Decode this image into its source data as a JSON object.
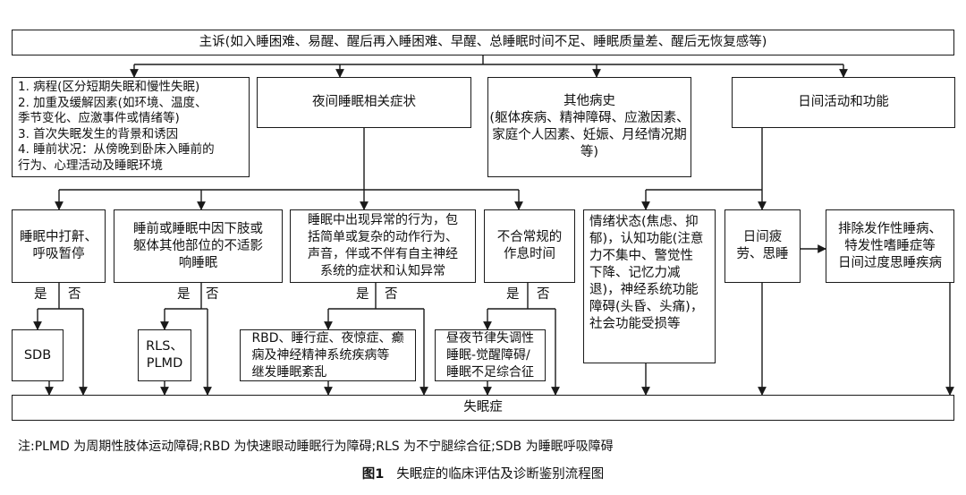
{
  "top_box": "主诉(如入睡困难、易醒、醒后再入睡困难、早醒、总睡眠时间不足、睡眠质量差、醒后无恢复感等)",
  "row2": {
    "history": [
      "1. 病程(区分短期失眠和慢性失眠)",
      "2. 加重及缓解因素(如环境、温度、\n季节变化、应激事件或情绪等)",
      "3. 首次失眠发生的背景和诱因",
      "4. 睡前状况：从傍晚到卧床入睡前的\n行为、心理活动及睡眠环境"
    ],
    "night": "夜间睡眠相关症状",
    "other": "其他病史\n(躯体疾病、精神障碍、应激因素、\n家庭个人因素、妊娠、月经情况期\n等)",
    "day": "日间活动和功能"
  },
  "row3": {
    "snore": "睡眠中打鼾、\n呼吸暂停",
    "limb": "睡前或睡眠中因下肢或\n躯体其他部位的不适影\n响睡眠",
    "abnormal": "睡眠中出现异常的行为，包\n括简单或复杂的动作行为、\n声音，伴或不伴有自主神经\n系统的症状和认知异常",
    "schedule": "不合常规的\n作息时间",
    "emotion": "情绪状态(焦虑、抑\n郁)，认知功能(注意\n力不集中、警觉性\n下降、记忆力减\n退)，神经系统功能\n障碍(头昏、头痛)，\n社会功能受损等",
    "fatigue": "日间疲\n劳、思睡",
    "exclude": "排除发作性睡病、\n特发性嗜睡症等\n日间过度思睡疾病"
  },
  "yes": "是",
  "no": "否",
  "row4": {
    "sdb": "SDB",
    "rls": "RLS、\nPLMD",
    "rbd": "RBD、睡行症、夜惊症、癫\n痫及神经精神系统疾病等\n继发睡眠紊乱",
    "circadian": "昼夜节律失调性\n睡眠-觉醒障碍/\n睡眠不足综合征"
  },
  "bottom_box": "失眠症",
  "note": "注:PLMD 为周期性肢体运动障碍;RBD 为快速眼动睡眠行为障碍;RLS 为不宁腿综合征;SDB 为睡眠呼吸障碍",
  "caption_num": "图1",
  "caption_title": "失眠症的临床评估及诊断鉴别流程图"
}
